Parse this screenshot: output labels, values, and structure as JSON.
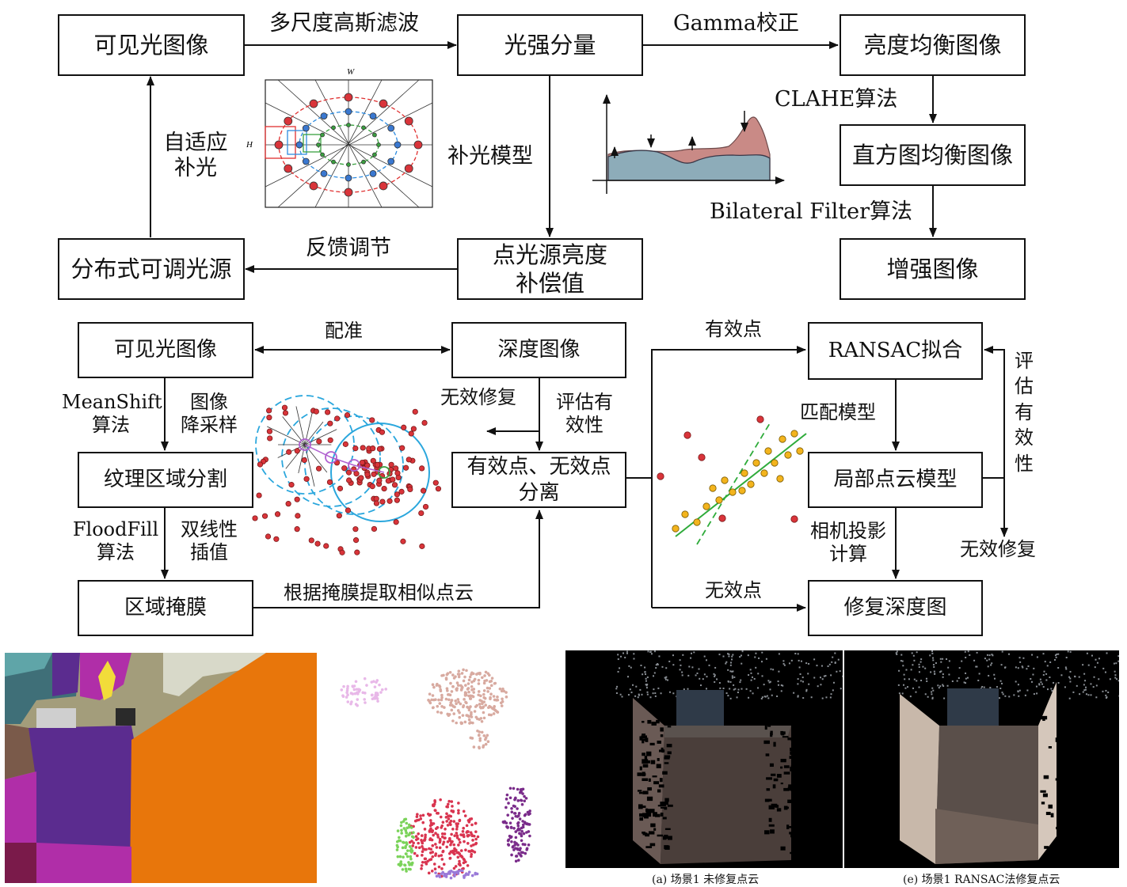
{
  "top": {
    "visible_image": "可见光图像",
    "light_component": "光强分量",
    "brightness_balanced": "亮度均衡图像",
    "histogram_equalized": "直方图均衡图像",
    "enhanced": "增强图像",
    "point_light_comp_1": "点光源亮度",
    "point_light_comp_2": "补偿值",
    "distributed_light": "分布式可调光源",
    "edge_gaussian": "多尺度高斯滤波",
    "edge_gamma": "Gamma校正",
    "edge_clahe": "CLAHE算法",
    "edge_bilateral": "Bilateral Filter算法",
    "edge_fill_model": "补光模型",
    "edge_feedback": "反馈调节",
    "edge_adaptive_1": "自适应",
    "edge_adaptive_2": "补光",
    "polar_label_w": "W",
    "polar_label_h": "H"
  },
  "middle": {
    "visible_image": "可见光图像",
    "depth_image": "深度图像",
    "texture_seg": "纹理区域分割",
    "region_mask": "区域掩膜",
    "separate_1": "有效点、无效点",
    "separate_2": "分离",
    "ransac": "RANSAC拟合",
    "local_model": "局部点云模型",
    "repaired_depth": "修复深度图",
    "edge_register": "配准",
    "edge_meanshift_1": "MeanShift",
    "edge_meanshift_2": "算法",
    "edge_downsample_1": "图像",
    "edge_downsample_2": "降采样",
    "edge_floodfill_1": "FloodFill",
    "edge_floodfill_2": "算法",
    "edge_bilinear_1": "双线性",
    "edge_bilinear_2": "插值",
    "edge_extract": "根据掩膜提取相似点云",
    "edge_invalid_repair": "无效修复",
    "edge_eval_1": "评估有",
    "edge_eval_2": "效性",
    "edge_valid_points": "有效点",
    "edge_invalid_points": "无效点",
    "edge_match": "匹配模型",
    "edge_camera_1": "相机投影",
    "edge_camera_2": "计算",
    "edge_eval_vertical": "评估有效性",
    "edge_invalid_repair_right": "无效修复"
  },
  "bottom": {
    "caption_a": "(a) 场景1 未修复点云",
    "caption_e": "(e) 场景1 RANSAC法修复点云"
  },
  "colors": {
    "seg_orange": "#e8760b",
    "seg_purple": "#5b2c8f",
    "seg_magenta": "#b02ea8",
    "seg_olive": "#a39d7b",
    "cluster_red": "#d9344f",
    "cluster_green": "#7bd35a",
    "cluster_pink": "#e8b8e8",
    "cluster_tan": "#d8aaa0",
    "cluster_violet": "#7a2c8a",
    "scatter_red": "#d9343a",
    "scatter_yellow": "#f3b41d",
    "fit_line": "#2eab3a",
    "circle_blue": "#2ba7dd"
  },
  "icons": [
    "polar-grid-figure",
    "histogram-figure",
    "mean-shift-scatter-figure",
    "ransac-scatter-figure"
  ]
}
